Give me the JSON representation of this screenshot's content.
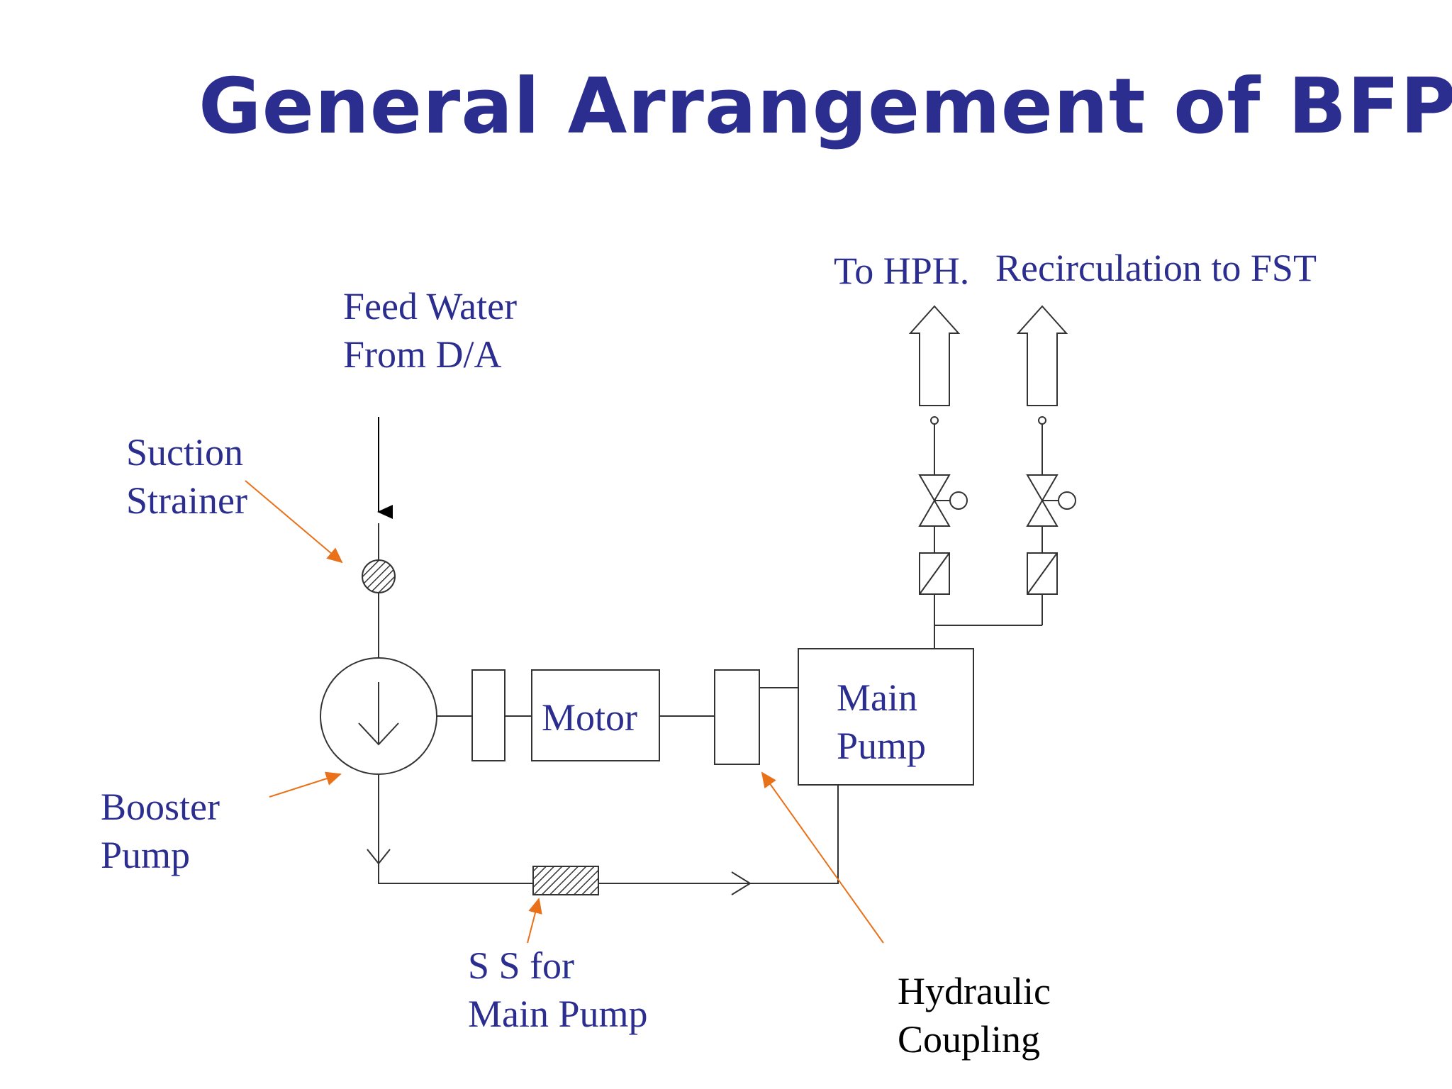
{
  "title": "General Arrangement of BFP",
  "labels": {
    "feed_water": [
      "Feed Water",
      "From D/A"
    ],
    "suction_strainer": [
      "Suction",
      "Strainer"
    ],
    "booster_pump": [
      "Booster",
      "Pump"
    ],
    "motor": "Motor",
    "main_pump": [
      "Main",
      "Pump"
    ],
    "to_hph": "To HPH.",
    "recirculation": "Recirculation to FST",
    "ss_main_pump": [
      "S S for",
      "Main Pump"
    ],
    "hydraulic_coupling": [
      "Hydraulic",
      "Coupling"
    ]
  },
  "colors": {
    "title": "#2b2e8f",
    "label": "#2b2e8f",
    "line": "#333333",
    "pointer": "#e8711a",
    "coupling_label": "#000000"
  }
}
